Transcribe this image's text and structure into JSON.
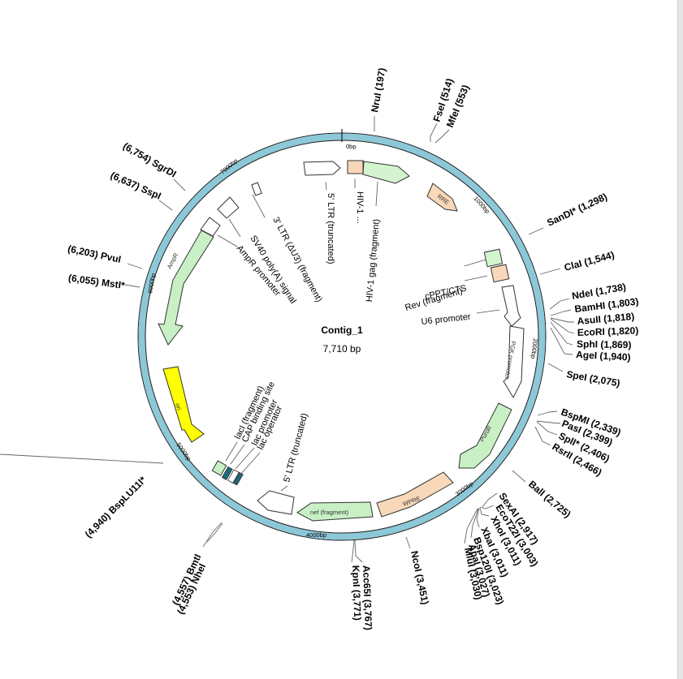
{
  "plasmid": {
    "name": "Contig_1",
    "length_label": "7,710 bp",
    "length_bp": 7710,
    "ring_color": "#8cc8d8",
    "ticks": [
      "0bp",
      "1000bp",
      "2000bp",
      "3000bp",
      "4000bp",
      "5000bp",
      "6000bp",
      "7000bp"
    ]
  },
  "restriction_sites": [
    {
      "label": "NruI (197)",
      "pos": 197
    },
    {
      "label": "FseI (514)",
      "pos": 514
    },
    {
      "label": "MfeI (553)",
      "pos": 553
    },
    {
      "label": "SanDI* (1,298)",
      "pos": 1298
    },
    {
      "label": "ClaI (1,544)",
      "pos": 1544
    },
    {
      "label": "NdeI (1,738)",
      "pos": 1738
    },
    {
      "label": "BamHI (1,803)",
      "pos": 1803
    },
    {
      "label": "AsuII (1,818)",
      "pos": 1818
    },
    {
      "label": "EcoRI (1,820)",
      "pos": 1820
    },
    {
      "label": "SphI (1,869)",
      "pos": 1869
    },
    {
      "label": "AgeI (1,940)",
      "pos": 1940
    },
    {
      "label": "SpeI (2,075)",
      "pos": 2075
    },
    {
      "label": "BspMI (2,339)",
      "pos": 2339
    },
    {
      "label": "PasI (2,399)",
      "pos": 2399
    },
    {
      "label": "SplI* (2,406)",
      "pos": 2406
    },
    {
      "label": "RsrII (2,466)",
      "pos": 2466
    },
    {
      "label": "BalI (2,725)",
      "pos": 2725
    },
    {
      "label": "SexAI (2,917)",
      "pos": 2917
    },
    {
      "label": "EcoT22I (3,003)",
      "pos": 3003
    },
    {
      "label": "XhoI (3,011)",
      "pos": 3011
    },
    {
      "label": "XbaI (3,011)",
      "pos": 3011
    },
    {
      "label": "Bsp120I (3,023)",
      "pos": 3023
    },
    {
      "label": "ApaI (3,027)",
      "pos": 3027
    },
    {
      "label": "MluI (3,030)",
      "pos": 3030
    },
    {
      "label": "NcoI (3,451)",
      "pos": 3451
    },
    {
      "label": "Acc65I (3,767)",
      "pos": 3767
    },
    {
      "label": "KpnI (3,771)",
      "pos": 3771
    },
    {
      "label": "(4,557) BmtI",
      "pos": 4557
    },
    {
      "label": "(4,553) NheI",
      "pos": 4553
    },
    {
      "label": "(4,940) BspLU11I*",
      "pos": 4940
    },
    {
      "label": "(6,055) MstI*",
      "pos": 6055
    },
    {
      "label": "(6,203) PvuI",
      "pos": 6203
    },
    {
      "label": "(6,637) SspI",
      "pos": 6637
    },
    {
      "label": "(6,754) SgrDI",
      "pos": 6754
    }
  ],
  "features": [
    {
      "label": "5' LTR (truncated)",
      "color": "#ffffff"
    },
    {
      "label": "HIV-1 ...",
      "color": "#f8d8b8"
    },
    {
      "label": "HIV-1 gag (fragment)",
      "color": "#d4f4d0"
    },
    {
      "label": "RRE",
      "color": "#f8d8b8"
    },
    {
      "label": "Rev (fragment)",
      "color": "#d4f4d0"
    },
    {
      "label": "cPPT/CTS",
      "color": "#f8d8b8"
    },
    {
      "label": "U6 promoter",
      "color": "#ffffff"
    },
    {
      "label": "PGK promoter",
      "color": "#ffffff"
    },
    {
      "label": "PuroR",
      "color": "#c8f0c4"
    },
    {
      "label": "WPRE",
      "color": "#f8d8b8"
    },
    {
      "label": "nef (fragment)",
      "color": "#c8f0c4"
    },
    {
      "label": "5' LTR (truncated)",
      "color": "#ffffff"
    },
    {
      "label": "lac operator",
      "color": "#1a6b7a"
    },
    {
      "label": "lac promoter",
      "color": "#ffffff"
    },
    {
      "label": "CAP binding site",
      "color": "#1a6b7a"
    },
    {
      "label": "lacI (fragment)",
      "color": "#c8f0c4"
    },
    {
      "label": "ori",
      "color": "#ffff00"
    },
    {
      "label": "AmpR",
      "color": "#c8f0c4"
    },
    {
      "label": "AmpR promoter",
      "color": "#ffffff"
    },
    {
      "label": "SV40 poly(A) signal",
      "color": "#ffffff"
    },
    {
      "label": "3' LTR (ΔU3) (fragment)",
      "color": "#ffffff"
    }
  ]
}
